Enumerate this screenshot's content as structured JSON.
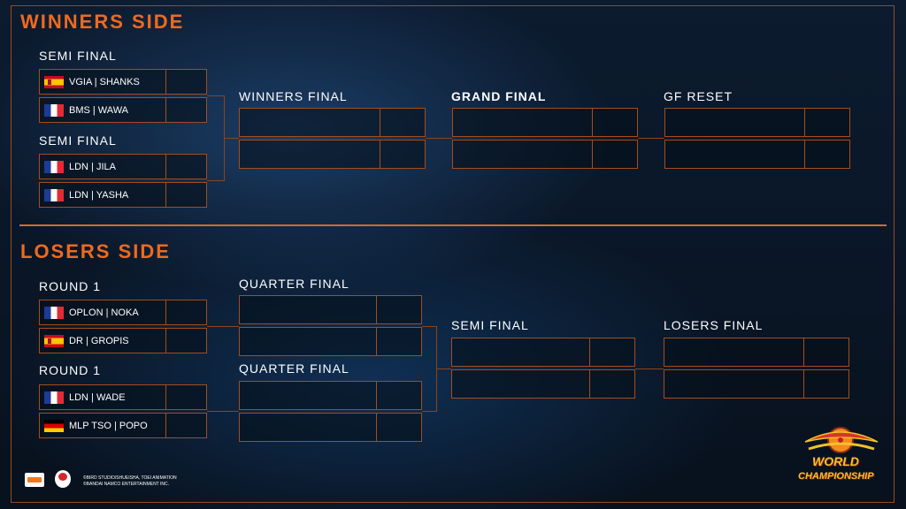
{
  "winners": {
    "title": "WINNERS SIDE",
    "semi_1": {
      "label": "SEMI FINAL",
      "players": [
        {
          "flag": "ES",
          "name": "VGIA | SHANKS"
        },
        {
          "flag": "FR",
          "name": "BMS | WAWA"
        }
      ]
    },
    "semi_2": {
      "label": "SEMI FINAL",
      "players": [
        {
          "flag": "FR",
          "name": "LDN | JILA"
        },
        {
          "flag": "FR",
          "name": "LDN | YASHA"
        }
      ]
    },
    "winners_final_label": "WINNERS FINAL",
    "grand_final_label": "GRAND FINAL",
    "gf_reset_label": "GF RESET"
  },
  "losers": {
    "title": "LOSERS SIDE",
    "round1_a": {
      "label": "ROUND 1",
      "players": [
        {
          "flag": "FR",
          "name": "OPLON | NOKA"
        },
        {
          "flag": "ES",
          "name": "DR | GROPIS"
        }
      ]
    },
    "round1_b": {
      "label": "ROUND 1",
      "players": [
        {
          "flag": "FR",
          "name": "LDN | WADE"
        },
        {
          "flag": "DE",
          "name": "MLP TSO | POPO"
        }
      ]
    },
    "quarter_final_1_label": "QUARTER FINAL",
    "quarter_final_2_label": "QUARTER FINAL",
    "semi_final_label": "SEMI FINAL",
    "losers_final_label": "LOSERS FINAL"
  },
  "footer": {
    "copyright_1": "©BIRD STUDIO/SHUEISHA, TOEI ANIMATION",
    "copyright_2": "©BANDAI NAMCO ENTERTAINMENT INC."
  },
  "event_logo": {
    "line1": "WORLD",
    "line2": "CHAMPIONSHIP"
  },
  "colors": {
    "accent": "#ee6a1f",
    "box_border": "#a34d1d",
    "background": "#0b1a2d"
  },
  "icons": {
    "flag_ES": "spain-flag-icon",
    "flag_FR": "france-flag-icon",
    "flag_DE": "germany-flag-icon"
  }
}
